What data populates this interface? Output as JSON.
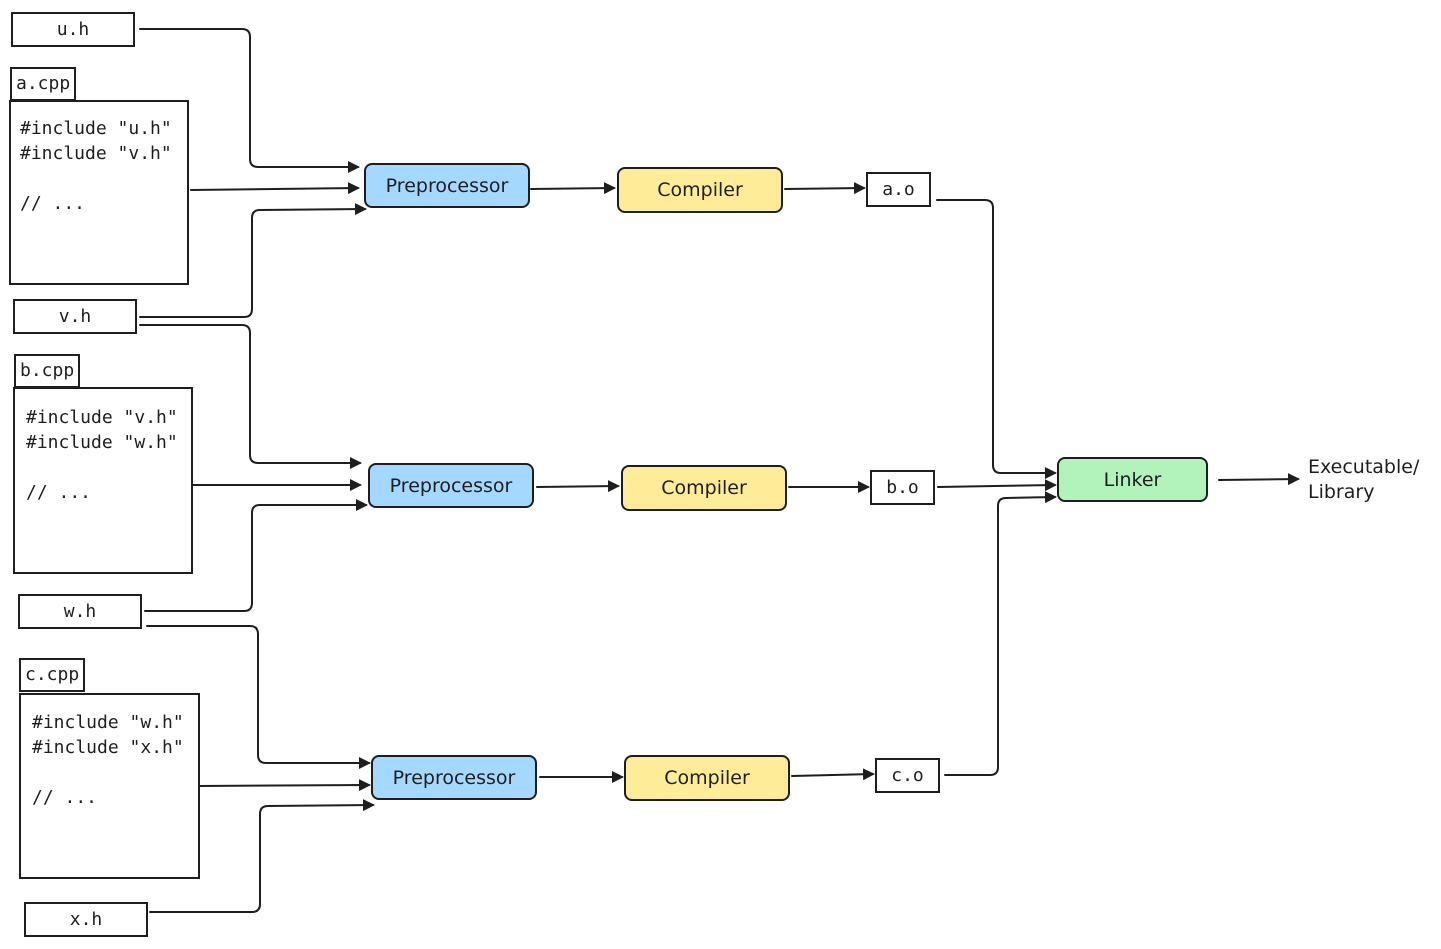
{
  "colors": {
    "preprocessor": "#a5d8ff",
    "compiler": "#ffec99",
    "linker": "#b2f2bb",
    "stroke": "#1e1e1e"
  },
  "headers": {
    "u": "u.h",
    "v": "v.h",
    "w": "w.h",
    "x": "x.h"
  },
  "sources": {
    "a": {
      "name": "a.cpp",
      "lines": [
        "#include \"u.h\"",
        "#include \"v.h\"",
        "",
        "// ..."
      ]
    },
    "b": {
      "name": "b.cpp",
      "lines": [
        "#include \"v.h\"",
        "#include \"w.h\"",
        "",
        "// ..."
      ]
    },
    "c": {
      "name": "c.cpp",
      "lines": [
        "#include \"w.h\"",
        "#include \"x.h\"",
        "",
        "// ..."
      ]
    }
  },
  "stages": {
    "preprocessor": "Preprocessor",
    "compiler": "Compiler",
    "linker": "Linker"
  },
  "objects": {
    "a": "a.o",
    "b": "b.o",
    "c": "c.o"
  },
  "output": {
    "line1": "Executable/",
    "line2": "Library"
  }
}
